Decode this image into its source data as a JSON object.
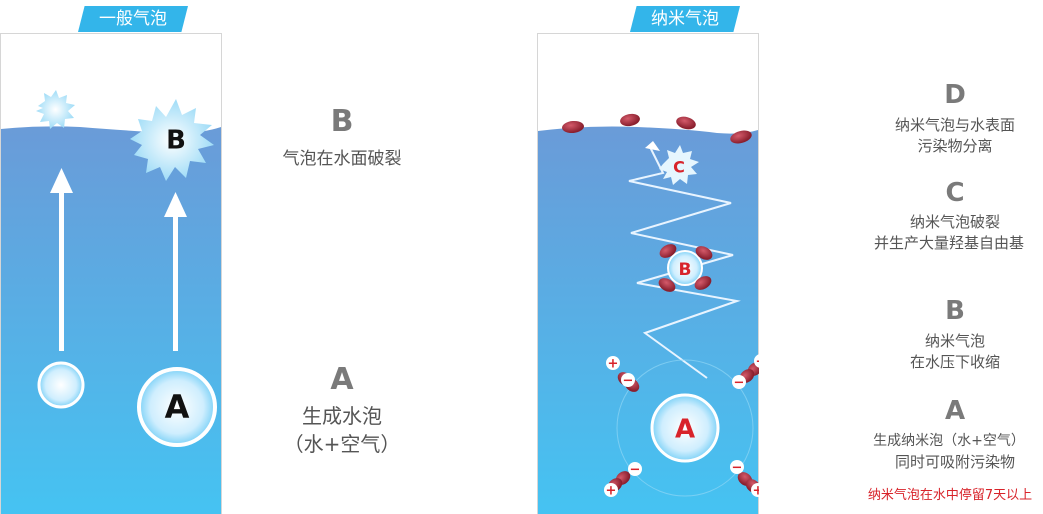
{
  "left": {
    "tab": "一般气泡",
    "stage_b": {
      "letter": "B",
      "desc": "气泡在水面破裂"
    },
    "stage_a": {
      "letter": "A",
      "line1": "生成水泡",
      "line2": "（水+空气）"
    },
    "bubble_b_label": "B",
    "bubble_a_label": "A"
  },
  "right": {
    "tab": "纳米气泡",
    "stage_d": {
      "letter": "D",
      "line1": "纳米气泡与水表面",
      "line2": "污染物分离"
    },
    "stage_c": {
      "letter": "C",
      "line1": "纳米气泡破裂",
      "line2": "并生产大量羟基自由基"
    },
    "stage_b": {
      "letter": "B",
      "line1": "纳米气泡",
      "line2": "在水压下收缩"
    },
    "stage_a": {
      "letter": "A",
      "line1": "生成纳米泡（水+空气）",
      "line2": "同时可吸附污染物"
    },
    "note": "纳米气泡在水中停留7天以上",
    "bubble_c_label": "C",
    "bubble_b_label": "B",
    "bubble_a_label": "A",
    "plus_sign": "+",
    "minus_sign": "−"
  },
  "colors": {
    "water_top": "#6a9bd8",
    "water_bottom": "#45c3f2",
    "tab": "#33b5ea",
    "accent_red": "#d8232a",
    "particle": "#a52a3a"
  }
}
